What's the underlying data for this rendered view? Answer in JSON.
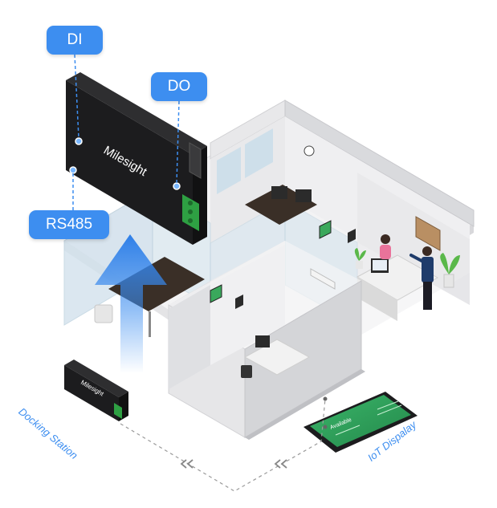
{
  "labels": {
    "di": "DI",
    "do": "DO",
    "rs485": "RS485",
    "brand_large": "Milesight",
    "brand_small": "Milesight",
    "docking_station": "Docking Station",
    "iot_display": "IoT Dispalay",
    "tablet_title": "Available"
  },
  "colors": {
    "accent_blue": "#3d8ef0",
    "device_black": "#1c1c1e",
    "terminal_green": "#2ea043",
    "screen_green": "#2f9e55",
    "wall_gray": "#dcdde0",
    "floor_white": "#f4f4f5"
  },
  "icons": [
    "upload-arrow-icon",
    "double-chevron-left-icon",
    "plant-icon",
    "monitor-icon",
    "person-icon"
  ]
}
